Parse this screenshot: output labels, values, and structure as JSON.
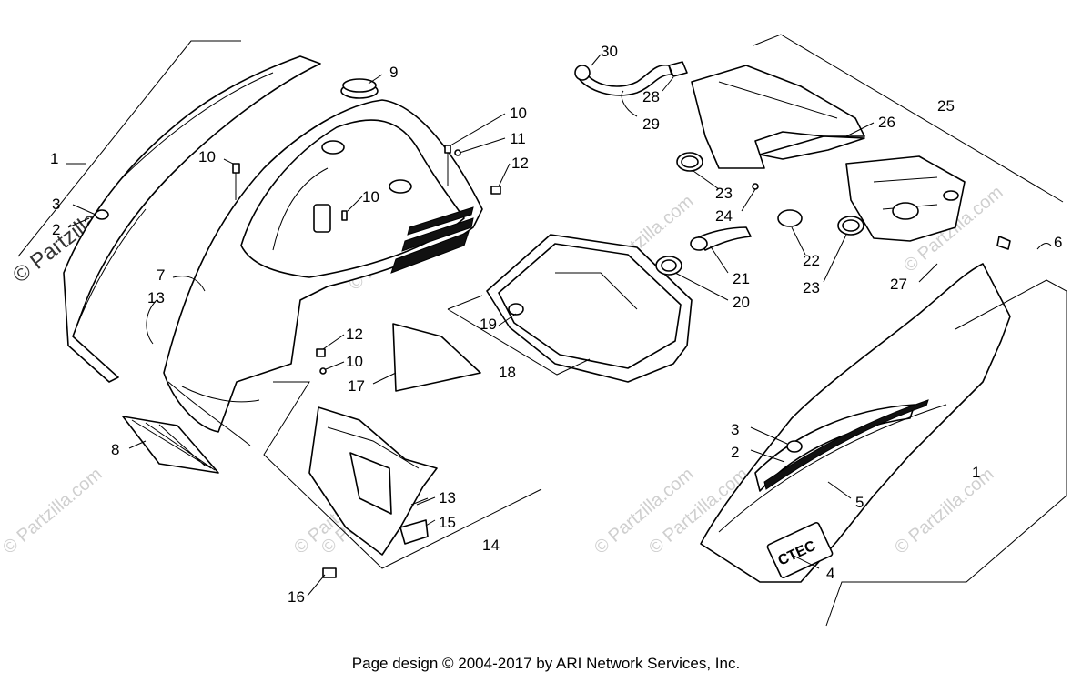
{
  "diagram": {
    "callouts": [
      "1",
      "3",
      "2",
      "7",
      "13",
      "8",
      "10",
      "9",
      "10",
      "10",
      "11",
      "12",
      "12",
      "10",
      "17",
      "14",
      "13",
      "15",
      "16",
      "18",
      "19",
      "30",
      "28",
      "29",
      "25",
      "26",
      "23",
      "24",
      "22",
      "23",
      "21",
      "20",
      "27",
      "6",
      "3",
      "2",
      "1",
      "5",
      "4"
    ],
    "watermarks": [
      "© Partzilla.com",
      "© Partzilla.com",
      "© Partzilla.com",
      "© Partzilla.com",
      "© Partzilla.com",
      "© Partzilla.com",
      "© Partzilla.com",
      "© Partzilla.com",
      "© Partzilla.com"
    ],
    "primary_watermark": "© Partzilla.com",
    "decal_text": "CTEC"
  },
  "footer": {
    "text": "Page design © 2004-2017 by ARI Network Services, Inc."
  }
}
